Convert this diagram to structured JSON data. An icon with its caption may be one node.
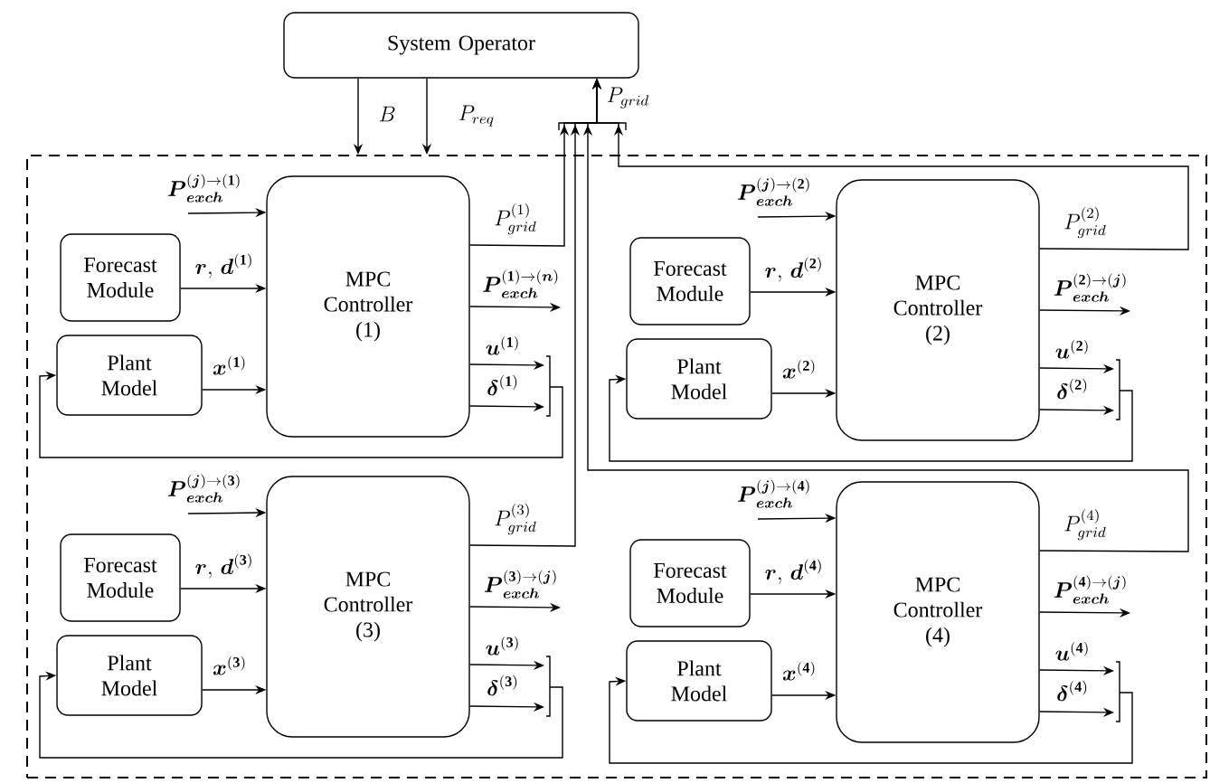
{
  "diagram": {
    "nodes": [
      {
        "text": [
          "System Operator"
        ]
      },
      {
        "text": [],
        "shape": "box"
      },
      {
        "text": [
          "Forecast Module"
        ],
        "in": 1
      },
      {
        "text": [
          "Plant Model"
        ],
        "in": 1
      },
      {
        "text": [
          "MPC Controller (1)"
        ],
        "in": 1
      },
      {
        "text": [
          "Forecast Module"
        ],
        "in": 1
      },
      {
        "text": [
          "Plant Model"
        ],
        "in": 1
      },
      {
        "text": [
          "MPC Controller (2)"
        ],
        "in": 1
      },
      {
        "text": [
          "Forecast Module"
        ],
        "in": 1
      },
      {
        "text": [
          "Plant Model"
        ],
        "in": 1
      },
      {
        "text": [
          "MPC Controller (3)"
        ],
        "in": 1
      },
      {
        "text": [
          "Forecast Module"
        ],
        "in": 1
      },
      {
        "text": [
          "Plant Model"
        ],
        "in": 1
      },
      {
        "text": [
          "MPC Controller (4)"
        ],
        "in": 1
      }
    ],
    "edges": [
      {
        "from": 0,
        "to": 1,
        "arrow": "to",
        "label": "B"
      },
      {
        "from": 0,
        "to": 1,
        "arrow": "to",
        "label": "P_{req}"
      },
      {
        "from": null,
        "to": 4,
        "arrow": "to",
        "label": "\\boldsymbol{P}_{\\boldsymbol{exch}}^{(\\boldsymbol{j})\\rightarrow(\\mathbf{1})}"
      },
      {
        "from": 2,
        "to": 4,
        "arrow": "to",
        "label": "\\boldsymbol{r},\\, \\boldsymbol{d}^{(\\mathbf{1})}"
      },
      {
        "from": 3,
        "to": 4,
        "arrow": "to",
        "label": "\\boldsymbol{x}^{(\\mathbf{1})}"
      },
      {
        "from": 4,
        "to": 0,
        "arrow": "to",
        "label": "P_{grid}^{(1)}"
      },
      {
        "from": 4,
        "to": null,
        "arrow": "to",
        "label": "\\boldsymbol{P}_{\\boldsymbol{exch}}^{(\\mathbf{1})\\rightarrow(\\boldsymbol{n})}"
      },
      {
        "from": 4,
        "to": null,
        "arrow": "to",
        "label": "\\boldsymbol{u}^{(\\mathbf{1})}"
      },
      {
        "from": 4,
        "to": null,
        "arrow": "to",
        "label": "\\boldsymbol{\\delta}^{(\\mathbf{1})}"
      },
      {
        "from": null,
        "to": 3,
        "arrow": "to"
      },
      {
        "from": null,
        "to": 7,
        "arrow": "to",
        "label": "\\boldsymbol{P}_{\\boldsymbol{exch}}^{(\\boldsymbol{j})\\rightarrow(\\mathbf{2})}"
      },
      {
        "from": 5,
        "to": 7,
        "arrow": "to",
        "label": "\\boldsymbol{r},\\, \\boldsymbol{d}^{(\\mathbf{2})}"
      },
      {
        "from": 6,
        "to": 7,
        "arrow": "to",
        "label": "\\boldsymbol{x}^{(\\mathbf{2})}"
      },
      {
        "from": 7,
        "to": 0,
        "arrow": "to",
        "label": "P_{grid}^{(2)}"
      },
      {
        "from": 7,
        "to": null,
        "arrow": "to",
        "label": "\\boldsymbol{P}_{\\boldsymbol{exch}}^{(\\mathbf{2})\\rightarrow(\\boldsymbol{j})}"
      },
      {
        "from": 7,
        "to": null,
        "arrow": "to",
        "label": "\\boldsymbol{u}^{(\\mathbf{2})}"
      },
      {
        "from": 7,
        "to": null,
        "arrow": "to",
        "label": "\\boldsymbol{\\delta}^{(\\mathbf{2})}"
      },
      {
        "from": null,
        "to": 6,
        "arrow": "to"
      },
      {
        "from": null,
        "to": 10,
        "arrow": "to",
        "label": "\\boldsymbol{P}_{\\boldsymbol{exch}}^{(\\boldsymbol{j})\\rightarrow(\\mathbf{3})}"
      },
      {
        "from": 8,
        "to": 10,
        "arrow": "to",
        "label": "\\boldsymbol{r},\\, \\boldsymbol{d}^{(\\mathbf{3})}"
      },
      {
        "from": 9,
        "to": 10,
        "arrow": "to",
        "label": "\\boldsymbol{x}^{(\\mathbf{3})}"
      },
      {
        "from": 10,
        "to": 0,
        "arrow": "to",
        "label": "P_{grid}^{(3)}"
      },
      {
        "from": 10,
        "to": null,
        "arrow": "to",
        "label": "\\boldsymbol{P}_{\\boldsymbol{exch}}^{(\\mathbf{3})\\rightarrow(\\boldsymbol{j})}"
      },
      {
        "from": 10,
        "to": null,
        "arrow": "to",
        "label": "\\boldsymbol{u}^{(\\mathbf{3})}"
      },
      {
        "from": 10,
        "to": null,
        "arrow": "to",
        "label": "\\boldsymbol{\\delta}^{(\\mathbf{3})}"
      },
      {
        "from": null,
        "to": 9,
        "arrow": "to"
      },
      {
        "from": null,
        "to": 13,
        "arrow": "to",
        "label": "\\boldsymbol{P}_{\\boldsymbol{exch}}^{(\\boldsymbol{j})\\rightarrow(\\mathbf{4})}"
      },
      {
        "from": 11,
        "to": 13,
        "arrow": "to",
        "label": "\\boldsymbol{r},\\, \\boldsymbol{d}^{(\\mathbf{4})}"
      },
      {
        "from": 12,
        "to": 13,
        "arrow": "to",
        "label": "\\boldsymbol{x}^{(\\mathbf{4})}"
      },
      {
        "from": 13,
        "to": 0,
        "arrow": "to",
        "label": "P_{grid}^{(4)}"
      },
      {
        "from": 13,
        "to": null,
        "arrow": "to",
        "label": "\\boldsymbol{P}_{\\boldsymbol{exch}}^{(\\mathbf{4})\\rightarrow(\\boldsymbol{j})}"
      },
      {
        "from": 13,
        "to": null,
        "arrow": "to",
        "label": "\\boldsymbol{u}^{(\\mathbf{4})}"
      },
      {
        "from": 13,
        "to": null,
        "arrow": "to",
        "label": "\\boldsymbol{\\delta}^{(\\mathbf{4})}"
      },
      {
        "from": null,
        "to": 12,
        "arrow": "to"
      }
    ],
    "labels": [
      "P_{grid}"
    ]
  }
}
